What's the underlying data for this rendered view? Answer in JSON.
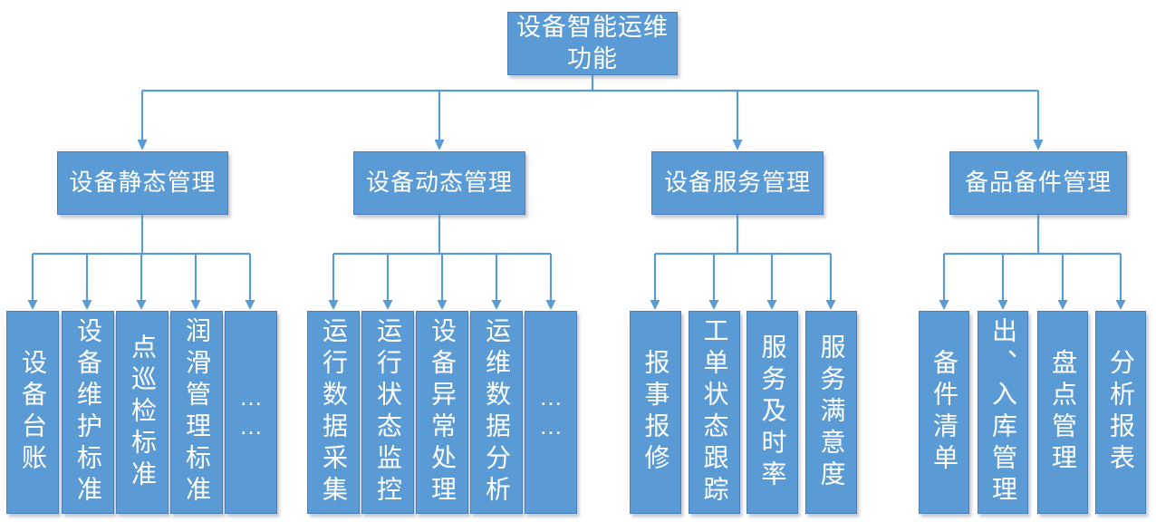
{
  "diagram": {
    "title_node": {
      "label": "设备智能运维功能"
    },
    "branches": [
      {
        "label": "设备静态管理",
        "children": [
          "设备台账",
          "设备维护标准",
          "点巡检标准",
          "润滑管理标准",
          "……"
        ]
      },
      {
        "label": "设备动态管理",
        "children": [
          "运行数据采集",
          "运行状态监控",
          "设备异常处理",
          "运维数据分析",
          "……"
        ]
      },
      {
        "label": "设备服务管理",
        "children": [
          "报事报修",
          "工单状态跟踪",
          "服务及时率",
          "服务满意度"
        ]
      },
      {
        "label": "备品备件管理",
        "children": [
          "备件清单",
          "出、入库管理",
          "盘点管理",
          "分析报表"
        ]
      }
    ],
    "colors": {
      "node_fill": "#5B9BD5",
      "node_border": "#4A7EBB",
      "connector": "#5B9BD5",
      "text": "#FFFFFF"
    }
  }
}
